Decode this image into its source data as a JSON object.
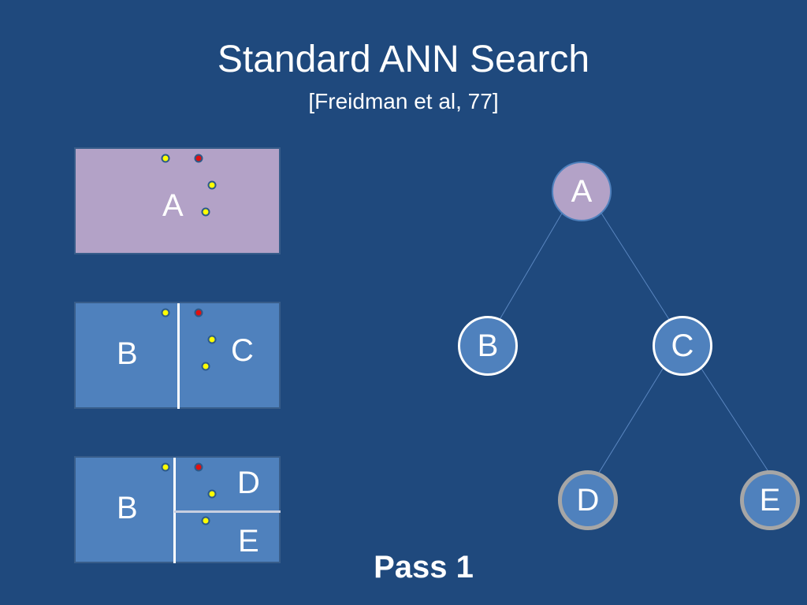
{
  "slide": {
    "title": "Standard ANN Search",
    "subtitle": "[Freidman et al, 77]",
    "footer": "Pass 1"
  },
  "panels": {
    "a": {
      "label": "A"
    },
    "bc": {
      "left_label": "B",
      "right_label": "C"
    },
    "bde": {
      "left_label": "B",
      "top_right_label": "D",
      "bottom_right_label": "E"
    }
  },
  "tree": {
    "nodes": [
      {
        "id": "A",
        "label": "A"
      },
      {
        "id": "B",
        "label": "B"
      },
      {
        "id": "C",
        "label": "C"
      },
      {
        "id": "D",
        "label": "D"
      },
      {
        "id": "E",
        "label": "E"
      }
    ],
    "edges": [
      [
        "A",
        "B"
      ],
      [
        "A",
        "C"
      ],
      [
        "C",
        "D"
      ],
      [
        "C",
        "E"
      ]
    ]
  },
  "colors": {
    "background": "#1f497d",
    "root_fill": "#b3a2c7",
    "node_fill": "#4f81bd",
    "query_point": "#e01010",
    "data_point": "#ffff00"
  }
}
